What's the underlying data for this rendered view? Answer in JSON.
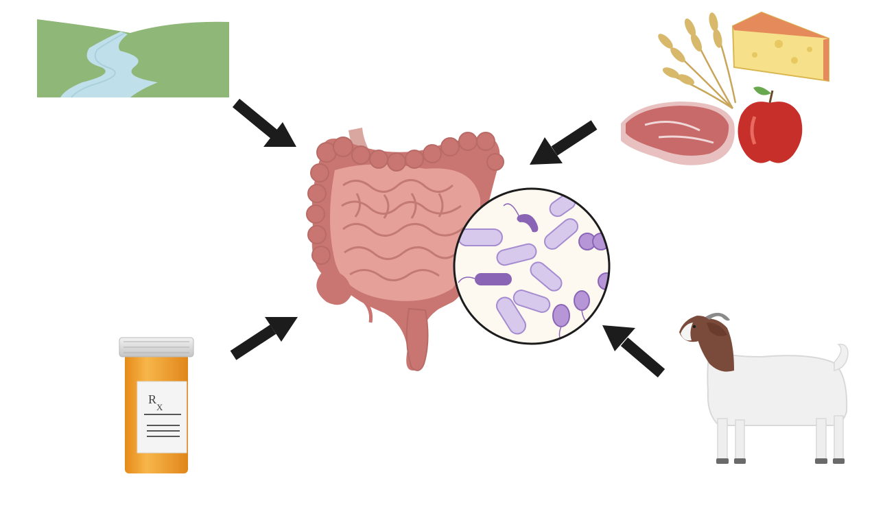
{
  "figure": {
    "panels": [
      {
        "id": "environment",
        "icon": "landscape-river-icon"
      },
      {
        "id": "diet",
        "icon": "food-wheat-cheese-meat-apple-icon"
      },
      {
        "id": "medication",
        "icon": "prescription-bottle-icon"
      },
      {
        "id": "host",
        "icon": "goat-icon"
      }
    ],
    "center": {
      "icon": "intestine-icon",
      "magnifier": "gut-microbiome-bacteria-icon"
    },
    "arrow_icon": "arrow-icon",
    "rx_label": "R",
    "rx_sub": "X",
    "colors": {
      "arrow": "#1c1c1c",
      "grass": "#8fb878",
      "river": "#bfe0ea",
      "intestine": "#d98c85",
      "intestine_dark": "#b86b66",
      "colon": "#c97571",
      "bacteria_light": "#d6c9ec",
      "bacteria_dark": "#8a64b5",
      "pill_orange": "#f2a12a",
      "pill_cap": "#d9d9d9",
      "goat_body": "#f0f0f0",
      "goat_head": "#7a4a3a",
      "meat": "#c96a6a",
      "cheese": "#f7e08a",
      "apple": "#c62f2a",
      "wheat": "#d8b86a"
    }
  }
}
